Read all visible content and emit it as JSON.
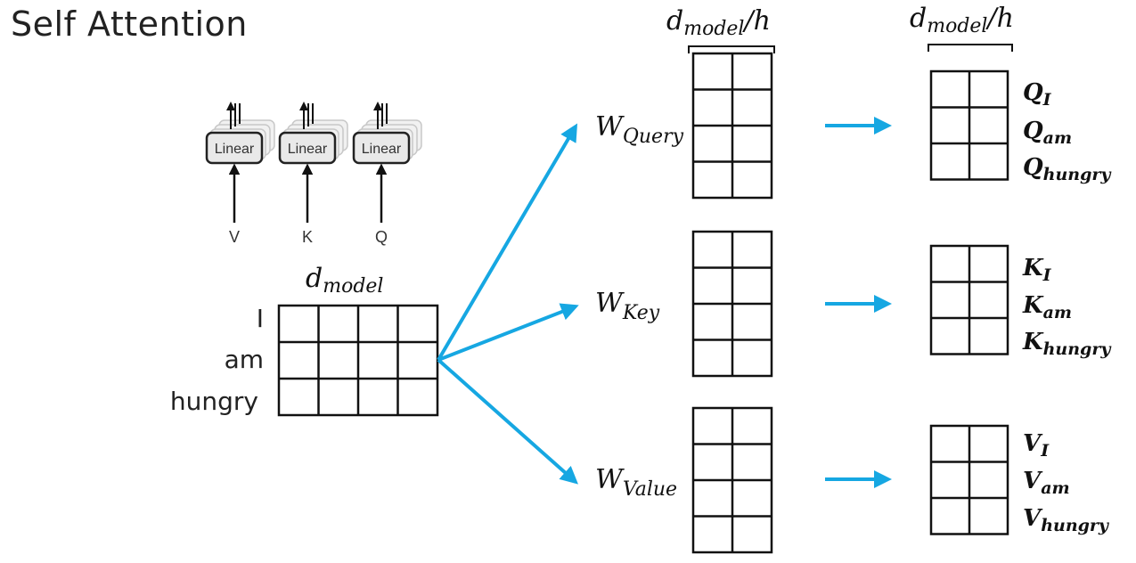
{
  "title": "Self Attention",
  "linear_block": {
    "label": "Linear",
    "inputs": [
      "V",
      "K",
      "Q"
    ]
  },
  "input_matrix": {
    "label_main": "d",
    "label_sub": "model",
    "rows": [
      "I",
      "am",
      "hungry"
    ]
  },
  "weights": [
    {
      "main": "W",
      "sub": "Query"
    },
    {
      "main": "W",
      "sub": "Key"
    },
    {
      "main": "W",
      "sub": "Value"
    }
  ],
  "weight_header": {
    "main": "d",
    "sub": "model",
    "suffix": "/h"
  },
  "output_header": {
    "main": "d",
    "sub": "model",
    "suffix": "/h"
  },
  "outputs": [
    {
      "symbol": "Q",
      "rows": [
        "I",
        "am",
        "hungry"
      ]
    },
    {
      "symbol": "K",
      "rows": [
        "I",
        "am",
        "hungry"
      ]
    },
    {
      "symbol": "V",
      "rows": [
        "I",
        "am",
        "hungry"
      ]
    }
  ],
  "colors": {
    "arrow": "#16a7e2",
    "ink": "#111111"
  }
}
